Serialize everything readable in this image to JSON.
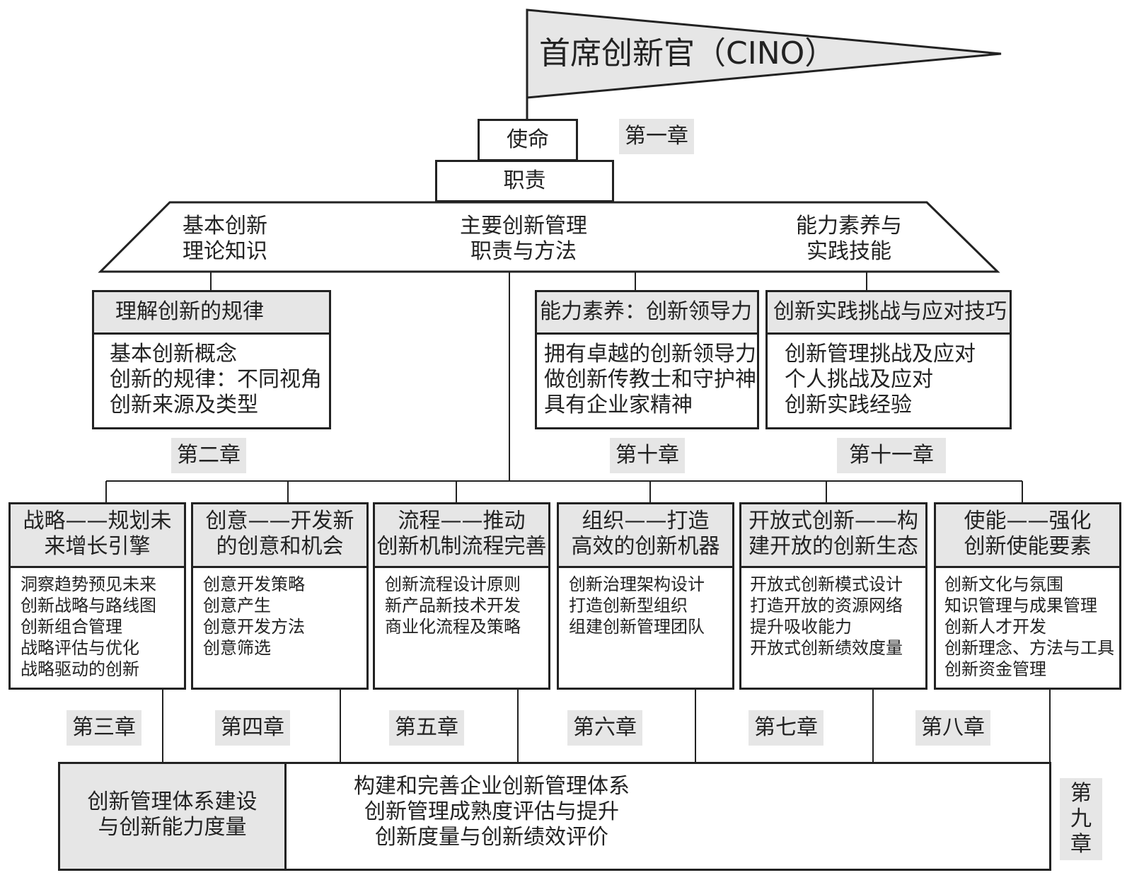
{
  "flag": {
    "title": "首席创新官（CINO）"
  },
  "mission": "使命",
  "duty": "职责",
  "trapezoid": {
    "left": [
      "基本创新",
      "理论知识"
    ],
    "middle": [
      "主要创新管理",
      "职责与方法"
    ],
    "right": [
      "能力素养与",
      "实践技能"
    ]
  },
  "upper_boxes": [
    {
      "title": "理解创新的规律",
      "items": [
        "基本创新概念",
        "创新的规律：不同视角",
        "创新来源及类型"
      ],
      "chapter": "第二章"
    },
    {
      "title": "能力素养：创新领导力",
      "items": [
        "拥有卓越的创新领导力",
        "做创新传教士和守护神",
        "具有企业家精神"
      ],
      "chapter": "第十章"
    },
    {
      "title": "创新实践挑战与应对技巧",
      "items": [
        "创新管理挑战及应对",
        "个人挑战及应对",
        "创新实践经验"
      ],
      "chapter": "第十一章"
    }
  ],
  "lower_boxes": [
    {
      "title": [
        "战略——规划未",
        "来增长引擎"
      ],
      "items": [
        "洞察趋势预见未来",
        "创新战略与路线图",
        "创新组合管理",
        "战略评估与优化",
        "战略驱动的创新"
      ],
      "chapter": "第三章"
    },
    {
      "title": [
        "创意——开发新",
        "的创意和机会"
      ],
      "items": [
        "创意开发策略",
        "创意产生",
        "创意开发方法",
        "创意筛选"
      ],
      "chapter": "第四章"
    },
    {
      "title": [
        "流程——推动",
        "创新机制流程完善"
      ],
      "items": [
        "创新流程设计原则",
        "新产品新技术开发",
        "商业化流程及策略"
      ],
      "chapter": "第五章"
    },
    {
      "title": [
        "组织——打造",
        "高效的创新机器"
      ],
      "items": [
        "创新治理架构设计",
        "打造创新型组织",
        "组建创新管理团队"
      ],
      "chapter": "第六章"
    },
    {
      "title": [
        "开放式创新——构",
        "建开放的创新生态"
      ],
      "items": [
        "开放式创新模式设计",
        "打造开放的资源网络",
        "提升吸收能力",
        "开放式创新绩效度量"
      ],
      "chapter": "第七章"
    },
    {
      "title": [
        "使能——强化",
        "创新使能要素"
      ],
      "items": [
        "创新文化与氛围",
        "知识管理与成果管理",
        "创新人才开发",
        "创新理念、方法与工具",
        "创新资金管理"
      ],
      "chapter": "第八章"
    }
  ],
  "chapter_one": "第一章",
  "bottom": {
    "title": [
      "创新管理体系建设",
      "与创新能力度量"
    ],
    "items": [
      "构建和完善企业创新管理体系",
      "创新管理成熟度评估与提升",
      "创新度量与创新绩效评价"
    ],
    "chapter": [
      "第",
      "九",
      "章"
    ]
  }
}
